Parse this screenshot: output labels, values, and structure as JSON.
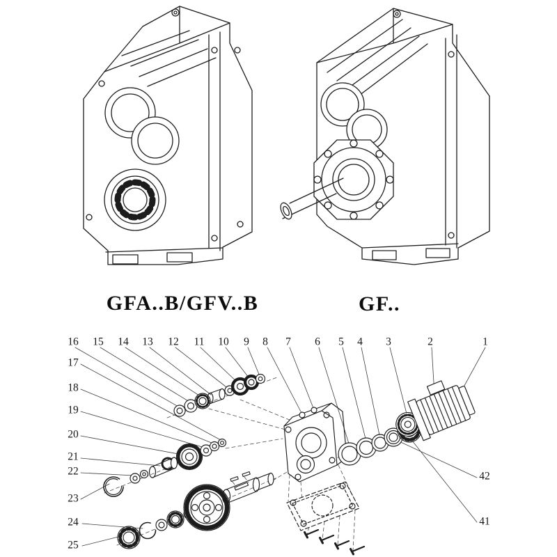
{
  "page": {
    "background": "#ffffff"
  },
  "ink": {
    "drawing": "#1c1c1c",
    "leader": "#3c3c3c",
    "construction": "#4a4a4a",
    "text": "#141414"
  },
  "products": [
    {
      "id": "gfab-gfvb",
      "label": "GFA..B/GFV..B"
    },
    {
      "id": "gf",
      "label": "GF.."
    }
  ],
  "exploded": {
    "callouts_top": [
      "16",
      "15",
      "14",
      "13",
      "12",
      "11",
      "10",
      "9",
      "8",
      "7",
      "6",
      "5",
      "4",
      "3",
      "2",
      "1"
    ],
    "callouts_left": [
      "17",
      "18",
      "19",
      "20",
      "21",
      "22",
      "23",
      "24",
      "25"
    ],
    "callouts_right": [
      "42",
      "41"
    ]
  }
}
